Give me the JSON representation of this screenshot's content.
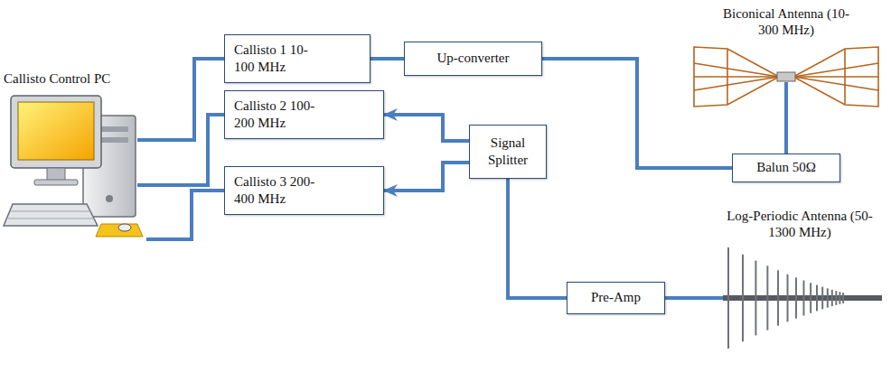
{
  "diagram": {
    "nodes": [
      {
        "text": [
          "Callisto 1 10-100 MHz"
        ]
      },
      {
        "text": [
          "Up-converter"
        ]
      },
      {
        "text": [
          "Callisto 2 100-200 MHz"
        ]
      },
      {
        "text": [
          "Signal Splitter"
        ]
      },
      {
        "text": [
          "Callisto 3 200-400 MHz"
        ]
      },
      {
        "text": [
          "Pre-Amp"
        ]
      },
      {
        "text": [
          "Balun 50Ω"
        ]
      }
    ],
    "edges": [
      {
        "from": 0,
        "to": 1,
        "arrow": "none"
      },
      {
        "from": 1,
        "to": 6,
        "arrow": "none"
      },
      {
        "from": 3,
        "to": 2,
        "arrow": "to"
      },
      {
        "from": 3,
        "to": 4,
        "arrow": "to"
      },
      {
        "from": 5,
        "to": 3,
        "arrow": "none"
      }
    ],
    "labels": [
      "Callisto Control PC",
      "Biconical Antenna (10-300 MHz)",
      "Log-Periodic Antenna (50-1300 MHz)"
    ]
  }
}
